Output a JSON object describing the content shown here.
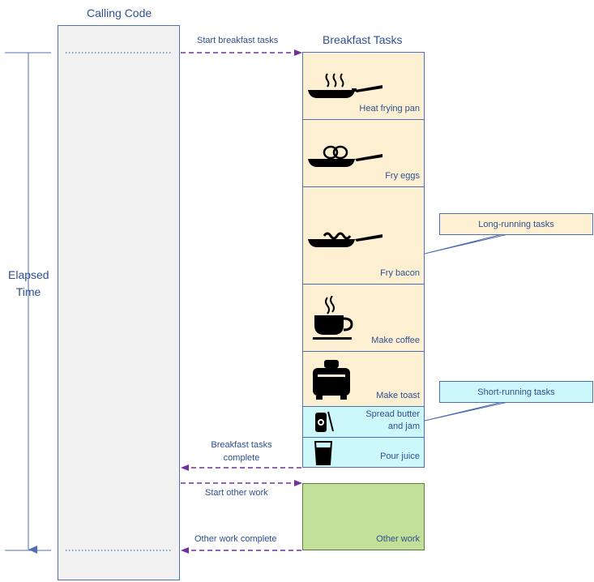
{
  "calling_code": {
    "title": "Calling Code"
  },
  "breakfast_tasks": {
    "title": "Breakfast Tasks"
  },
  "elapsed": {
    "line1": "Elapsed",
    "line2": "Time"
  },
  "tasks": [
    {
      "label": "Heat frying pan",
      "kind": "long",
      "icon": "frying-pan-steam-icon"
    },
    {
      "label": "Fry eggs",
      "kind": "long",
      "icon": "frying-pan-eggs-icon"
    },
    {
      "label": "Fry bacon",
      "kind": "long",
      "icon": "frying-pan-bacon-icon"
    },
    {
      "label": "Make coffee",
      "kind": "long",
      "icon": "coffee-cup-icon"
    },
    {
      "label": "Make toast",
      "kind": "long",
      "icon": "toaster-icon"
    },
    {
      "label_line1": "Spread butter",
      "label_line2": "and jam",
      "kind": "short",
      "icon": "toast-knife-icon"
    },
    {
      "label": "Pour juice",
      "kind": "short",
      "icon": "juice-glass-icon"
    }
  ],
  "other_work": {
    "label": "Other work"
  },
  "arrows": {
    "start_breakfast": "Start breakfast tasks",
    "breakfast_complete_line1": "Breakfast tasks",
    "breakfast_complete_line2": "complete",
    "start_other": "Start other work",
    "other_complete": "Other work complete"
  },
  "callouts": {
    "long_running": "Long-running tasks",
    "short_running": "Short-running tasks"
  },
  "colors": {
    "arrow": "#7030a0",
    "line": "#4f6fb0",
    "long_fill": "#fdf0d2",
    "short_fill": "#ccf7fb",
    "other_fill": "#c3e09a",
    "calling_fill": "#f1f1f1"
  }
}
